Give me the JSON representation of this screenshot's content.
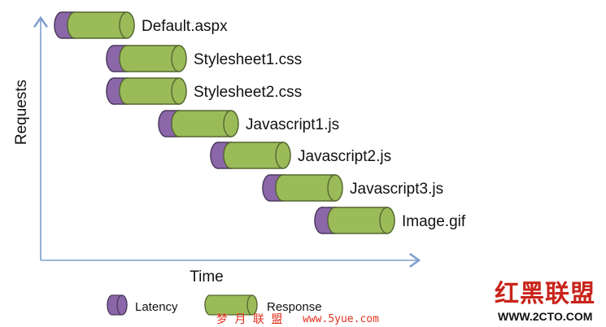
{
  "axes": {
    "x_label": "Time",
    "y_label": "Requests"
  },
  "requests": [
    {
      "label": "Default.aspx",
      "start": 0,
      "latency": 1,
      "response": 4
    },
    {
      "label": "Stylesheet1.css",
      "start": 4,
      "latency": 1,
      "response": 4
    },
    {
      "label": "Stylesheet2.css",
      "start": 4,
      "latency": 1,
      "response": 4
    },
    {
      "label": "Javascript1.js",
      "start": 8,
      "latency": 1,
      "response": 4
    },
    {
      "label": "Javascript2.js",
      "start": 12,
      "latency": 1,
      "response": 4
    },
    {
      "label": "Javascript3.js",
      "start": 16,
      "latency": 1,
      "response": 4
    },
    {
      "label": "Image.gif",
      "start": 20,
      "latency": 1,
      "response": 4
    }
  ],
  "legend": {
    "latency_label": "Latency",
    "response_label": "Response"
  },
  "colors": {
    "latency": "#8b67a9",
    "response": "#9bbb59",
    "axis": "#7f9fcf"
  },
  "watermarks": {
    "left_text": "梦 月 联 盟",
    "middle_text": "www.5yue.com",
    "logo_text": "红黑联盟",
    "logo_url": "WWW.2CTO.COM"
  }
}
